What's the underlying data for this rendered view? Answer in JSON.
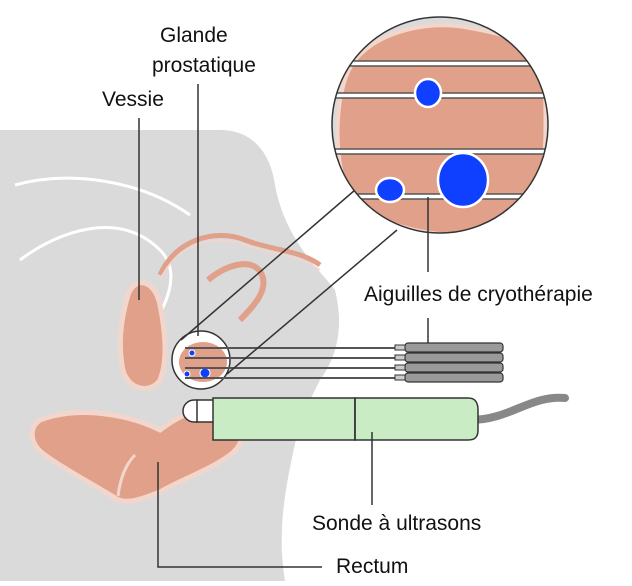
{
  "labels": {
    "glande_line1": "Glande",
    "glande_line2": "prostatique",
    "vessie": "Vessie",
    "aiguilles": "Aiguilles de cryothérapie",
    "sonde": "Sonde à ultrasons",
    "rectum": "Rectum"
  },
  "colors": {
    "body_gray": "#dadada",
    "organ_pink": "#e0a08a",
    "organ_outline": "#f3d6cb",
    "ice_blue": "#1040ff",
    "probe_green": "#c9ecc4",
    "needle_handle": "#9a9a9a",
    "leader_line": "#333333"
  }
}
